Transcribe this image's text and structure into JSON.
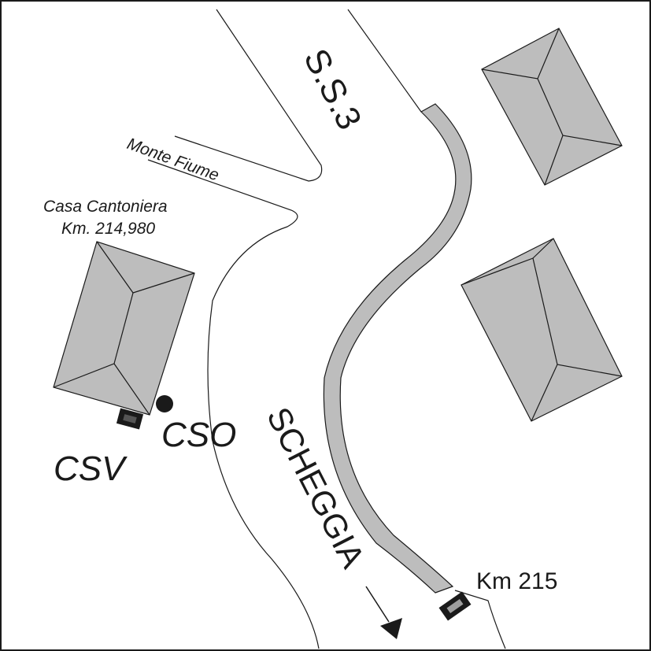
{
  "map": {
    "road_label": "S.S.3",
    "direction_label": "SCHEGGIA",
    "side_road_label": "Monte Fiume",
    "building_label_line1": "Casa Cantoniera",
    "building_label_line2": "Km. 214,980",
    "station_cso_label": "CSO",
    "station_csv_label": "CSV",
    "kilometer_marker_label": "Km 215"
  },
  "colors": {
    "building_fill": "#bdbdbd",
    "river_fill": "#bdbdbd",
    "line": "#1a1a1a",
    "background": "#ffffff"
  }
}
